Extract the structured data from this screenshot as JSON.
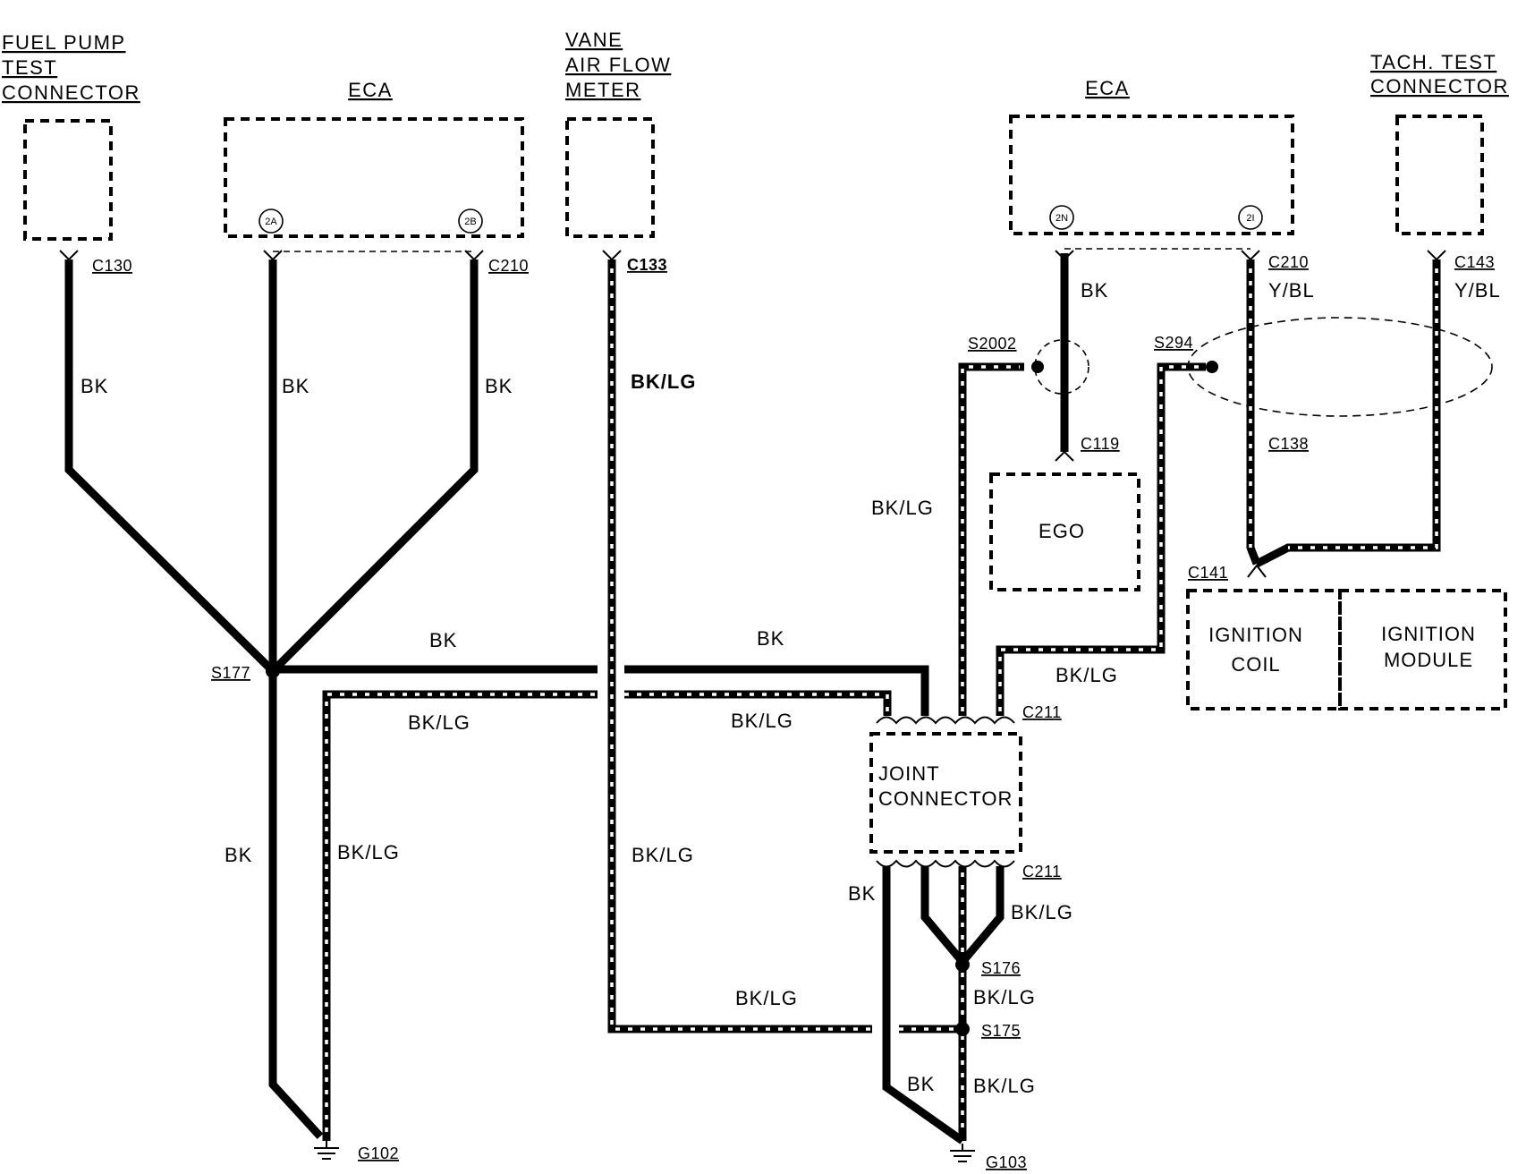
{
  "components": {
    "fuel_pump_test_connector": [
      "FUEL PUMP",
      "TEST",
      "CONNECTOR"
    ],
    "eca_left": "ECA",
    "vane_air_flow_meter": [
      "VANE",
      "AIR FLOW",
      "METER"
    ],
    "eca_right": "ECA",
    "tach_test_connector": [
      "TACH. TEST",
      "CONNECTOR"
    ],
    "ego": "EGO",
    "ignition_coil": [
      "IGNITION",
      "COIL"
    ],
    "ignition_module": [
      "IGNITION",
      "MODULE"
    ],
    "joint_connector": [
      "JOINT",
      "CONNECTOR"
    ]
  },
  "pins": {
    "p2a": "2A",
    "p2b": "2B",
    "p2n": "2N",
    "p2i": "2I"
  },
  "connectors": {
    "c130": "C130",
    "c210_left": "C210",
    "c133": "C133",
    "c210_right": "C210",
    "c143": "C143",
    "c119": "C119",
    "c138": "C138",
    "c141": "C141",
    "c211_top": "C211",
    "c211_bottom": "C211"
  },
  "splices": {
    "s177": "S177",
    "s2002": "S2002",
    "s294": "S294",
    "s176": "S176",
    "s175": "S175"
  },
  "grounds": {
    "g102": "G102",
    "g103": "G103"
  },
  "wire_colors": {
    "bk": "BK",
    "bk_lg": "BK/LG",
    "y_bl": "Y/BL"
  },
  "colors": {
    "line": "#000000",
    "background": "#ffffff"
  }
}
